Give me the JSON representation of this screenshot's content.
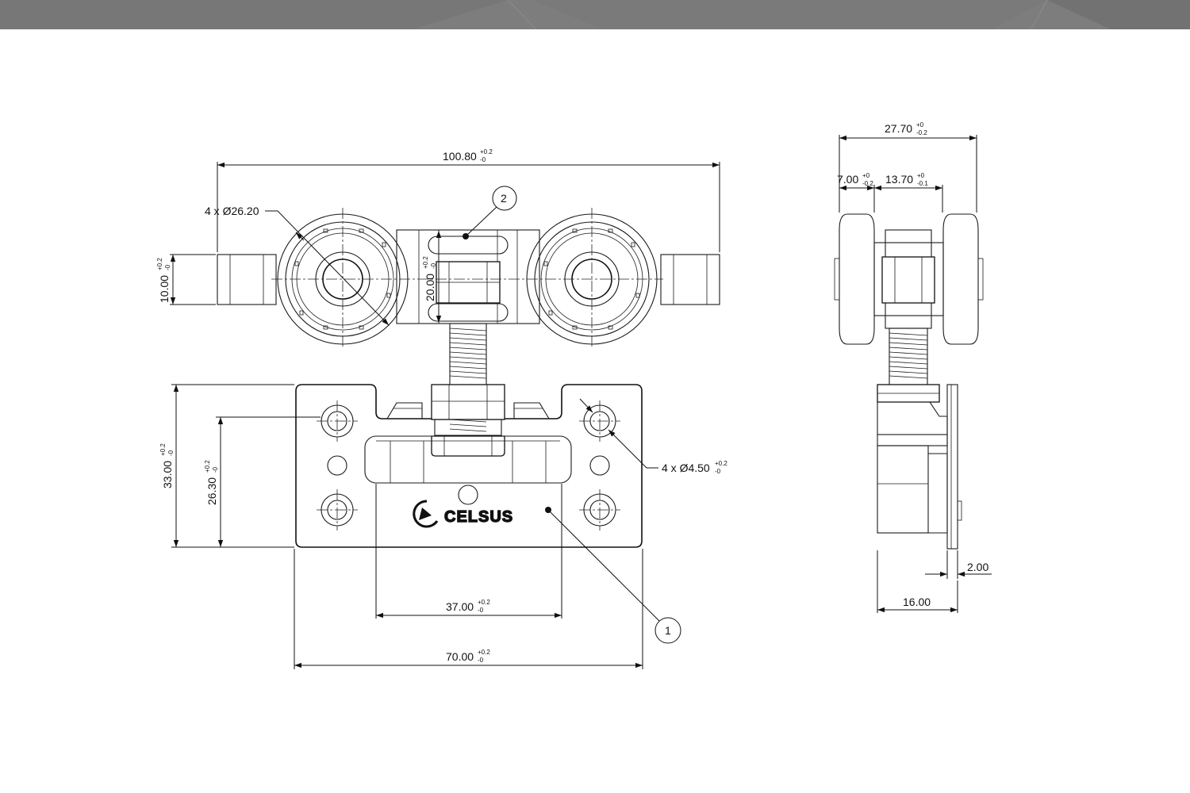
{
  "colors": {
    "header_band": "#7d7d7d",
    "header_band_dark": "#6f6f6f",
    "line": "#1a1a1a",
    "background": "#ffffff"
  },
  "logo": {
    "text": "CELSUS"
  },
  "callouts": {
    "part1": "1",
    "part2": "2"
  },
  "dimensions": {
    "overall_width": {
      "value": "100.80",
      "tol_upper": "+0.2",
      "tol_lower": "-0"
    },
    "wheel_diameter": {
      "value": "4 x Ø26.20"
    },
    "axle_height": {
      "value": "10.00",
      "tol_upper": "+0.2",
      "tol_lower": "-0"
    },
    "body_height": {
      "value": "20.00",
      "tol_upper": "+0.2",
      "tol_lower": "-0"
    },
    "plate_height": {
      "value": "33.00",
      "tol_upper": "+0.2",
      "tol_lower": "-0"
    },
    "hole_spacing_v": {
      "value": "26.30",
      "tol_upper": "+0.2",
      "tol_lower": "-0"
    },
    "hole_diameter": {
      "value": "4 x Ø4.50",
      "tol_upper": "+0.2",
      "tol_lower": "-0"
    },
    "slot_width": {
      "value": "37.00",
      "tol_upper": "+0.2",
      "tol_lower": "-0"
    },
    "plate_width": {
      "value": "70.00",
      "tol_upper": "+0.2",
      "tol_lower": "-0"
    },
    "side_width": {
      "value": "27.70",
      "tol_upper": "+0",
      "tol_lower": "-0.2"
    },
    "wheel_width": {
      "value": "7.00",
      "tol_upper": "+0",
      "tol_lower": "-0.2"
    },
    "wheel_gap": {
      "value": "13.70",
      "tol_upper": "+0",
      "tol_lower": "-0.1"
    },
    "plate_thickness": {
      "value": "2.00"
    },
    "bracket_depth": {
      "value": "16.00"
    }
  }
}
